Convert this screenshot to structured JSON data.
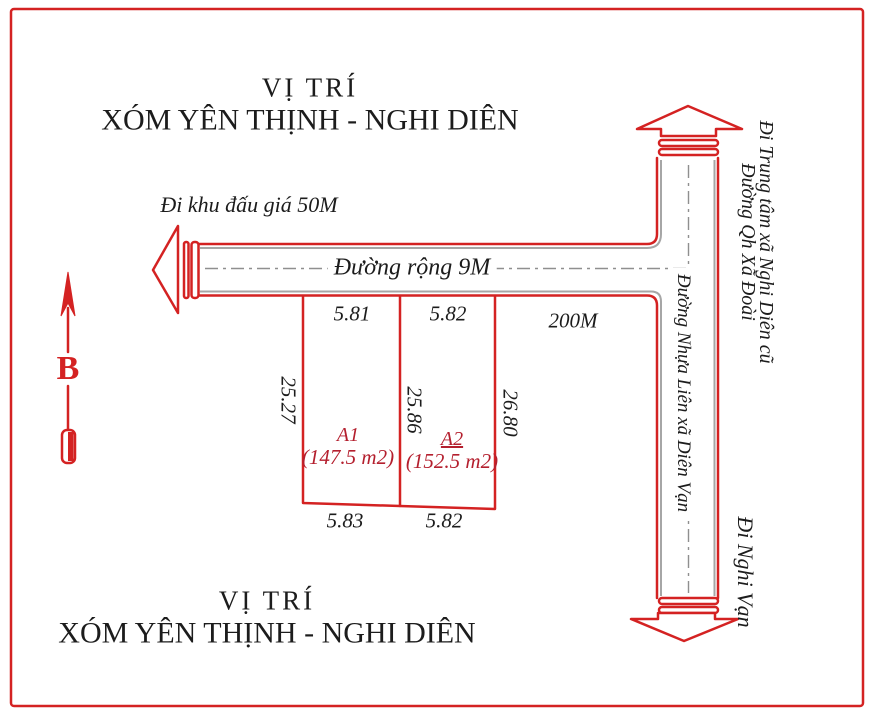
{
  "colors": {
    "line_red": "#d42222",
    "text_red": "#b41f2e",
    "gray": "#a6a6a6",
    "centerline": "#8f8f8f",
    "ink": "#1c1c1c"
  },
  "title_top": {
    "line1": "VỊ TRÍ",
    "line2": "XÓM YÊN THỊNH - NGHI DIÊN"
  },
  "title_bottom": {
    "line1": "VỊ TRÍ",
    "line2": "XÓM YÊN THỊNH - NGHI DIÊN"
  },
  "compass": {
    "label": "B"
  },
  "roads": {
    "horizontal": {
      "label": "Đường rộng 9M",
      "west_note": "Đi khu đấu giá 50M"
    },
    "vertical": {
      "label": "Đường Nhựa Liên xã Diên Vạn",
      "north_note_line1": "Đi Trung tâm xã Nghi Diên cũ",
      "north_note_line2": "Đường Qh Xã Đoài",
      "south_note": "Đi Nghi Vạn"
    },
    "distance_label": "200M"
  },
  "plots": {
    "a1": {
      "id": "A1",
      "area": "(147.5 m2)",
      "width_top": "5.81",
      "width_bottom": "5.83",
      "depth_left": "25.27"
    },
    "a2": {
      "id": "A2",
      "area": "(152.5 m2)",
      "width_top": "5.82",
      "width_bottom": "5.82",
      "depth_left": "25.86",
      "depth_right": "26.80"
    }
  }
}
